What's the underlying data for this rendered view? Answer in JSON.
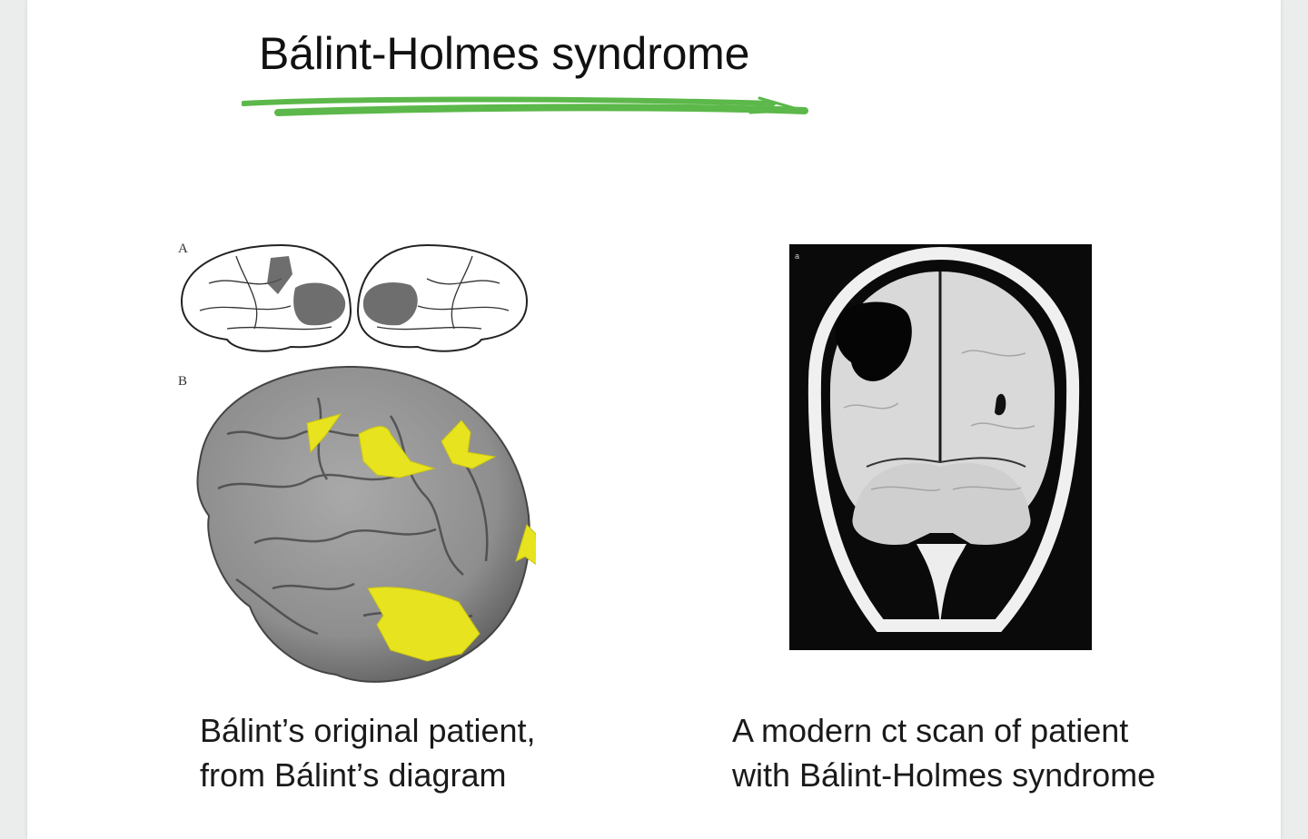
{
  "slide": {
    "title": "Bálint-Holmes syndrome",
    "accent_color": "#5cb84a",
    "left_figure": {
      "panel_a_label": "A",
      "panel_b_label": "B",
      "caption_line1": "Bálint’s original patient,",
      "caption_line2": "from Bálint’s diagram"
    },
    "right_figure": {
      "corner_label": "a",
      "caption_line1": "A modern ct scan of patient",
      "caption_line2": "with Bálint-Holmes syndrome"
    }
  }
}
